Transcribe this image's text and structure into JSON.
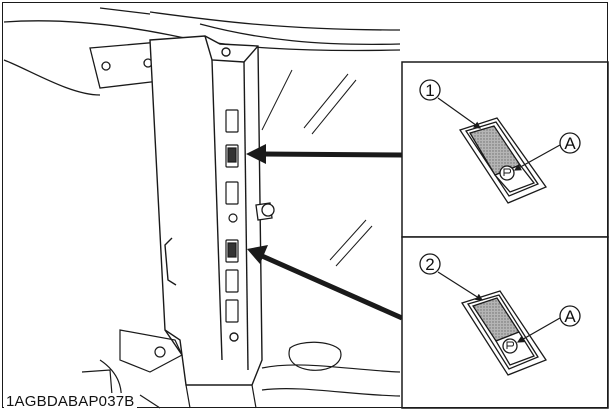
{
  "figure": {
    "id_label": "1AGBDABAP037B"
  },
  "inset_top": {
    "number_label": "1",
    "callout_label": "A"
  },
  "inset_bottom": {
    "number_label": "2",
    "callout_label": "A"
  },
  "colors": {
    "line": "#1a1a1a",
    "switch_fill": "#9a9a9a",
    "background": "#ffffff"
  }
}
